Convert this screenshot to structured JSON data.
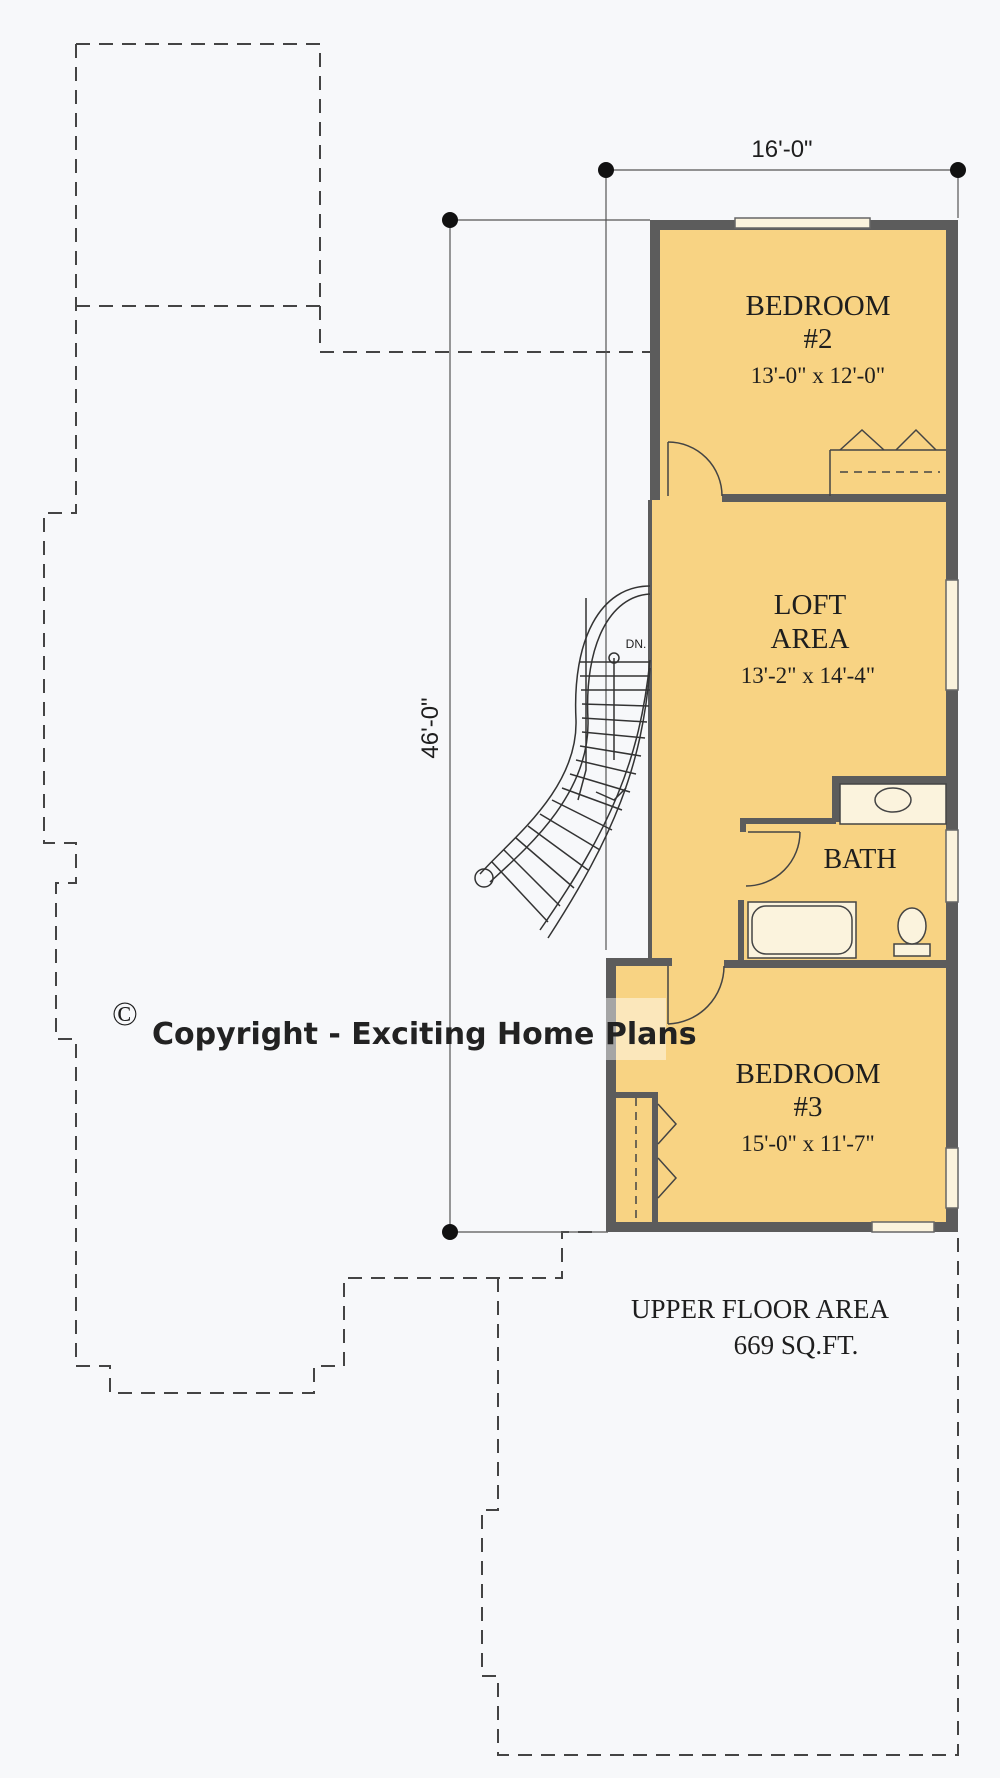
{
  "plan": {
    "overall_width_dim": "16'-0\"",
    "overall_depth_dim": "46'-0\"",
    "stair_label": "DN."
  },
  "rooms": {
    "bedroom2": {
      "name_line1": "BEDROOM",
      "name_line2": "#2",
      "size": "13'-0\" x 12'-0\""
    },
    "loft": {
      "name_line1": "LOFT",
      "name_line2": "AREA",
      "size": "13'-2\" x 14'-4\""
    },
    "bath": {
      "name": "BATH"
    },
    "bedroom3": {
      "name_line1": "BEDROOM",
      "name_line2": "#3",
      "size": "15'-0\" x 11'-7\""
    }
  },
  "area": {
    "title": "UPPER FLOOR AREA",
    "value": "669 SQ.FT."
  },
  "copyright": {
    "symbol": "©",
    "text": "Copyright - Exciting Home Plans"
  },
  "colors": {
    "floor": "#f8d383",
    "wall": "#5c5c5c",
    "line": "#333333",
    "background": "#f7f8fa"
  }
}
